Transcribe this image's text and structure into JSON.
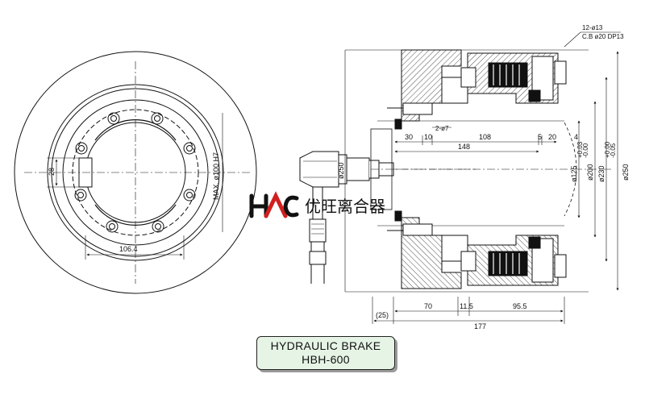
{
  "title": {
    "line1": "HYDRAULIC BRAKE",
    "line2": "HBH-600"
  },
  "brand": {
    "logo_text": "HAC",
    "name": "优旺离合器"
  },
  "front_view": {
    "dims": {
      "width": "106.4",
      "keyway": "28",
      "bore": "MAX. ø100 H7"
    }
  },
  "side_view": {
    "note_holes": "12-ø13",
    "note_cb": "C.B ø20 DP13",
    "note_holes2": "2-ø7",
    "dia_fitting": "ø250",
    "top_dims": [
      "30",
      "10",
      "108",
      "5",
      "20",
      "4"
    ],
    "overall_inner": "148",
    "right_dias": [
      "ø125",
      "ø200",
      "ø230",
      "ø250"
    ],
    "tol_125": [
      "+0.03",
      "-0.00"
    ],
    "tol_230": [
      "+0.00",
      "-0.05"
    ],
    "bottom_dims": [
      "(25)",
      "70",
      "11.5",
      "95.5"
    ],
    "overall": "177"
  },
  "colors": {
    "line": "#111111",
    "hatch": "#222222",
    "title_bg": "#e6f4e6",
    "logo_red": "#d21f1f"
  }
}
